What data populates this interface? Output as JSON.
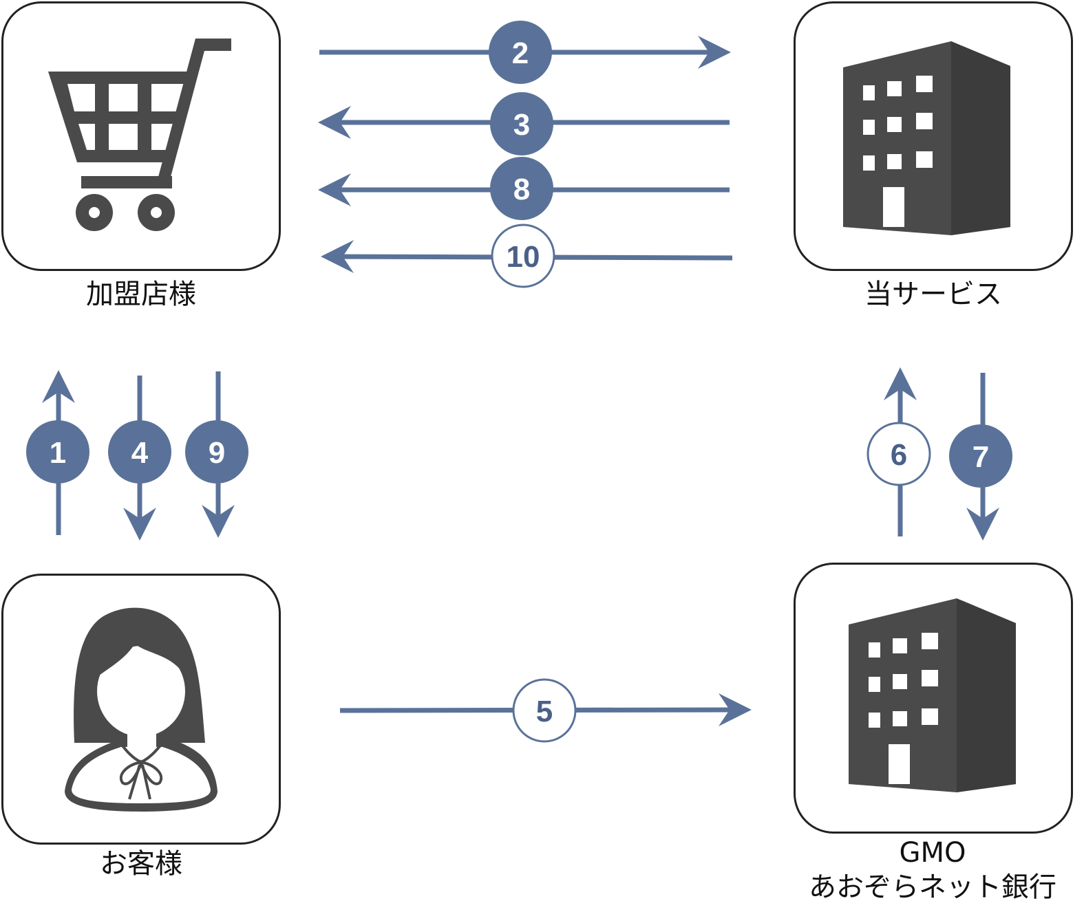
{
  "colors": {
    "arrow": "#5a7299",
    "icon": "#4a4a4a",
    "box_border": "#222222",
    "badge_filled_text": "#ffffff",
    "badge_outline_fill": "#ffffff"
  },
  "nodes": {
    "merchant": {
      "label": "加盟店様",
      "icon": "shopping-cart-icon"
    },
    "service": {
      "label": "当サービス",
      "icon": "office-building-icon"
    },
    "customer": {
      "label": "お客様",
      "icon": "woman-avatar-icon"
    },
    "bank": {
      "label_line1": "GMO",
      "label_line2": "あおぞらネット銀行",
      "icon": "office-building-icon"
    }
  },
  "steps": [
    {
      "number": "1",
      "from": "customer",
      "to": "merchant",
      "style": "filled"
    },
    {
      "number": "2",
      "from": "merchant",
      "to": "service",
      "style": "filled"
    },
    {
      "number": "3",
      "from": "service",
      "to": "merchant",
      "style": "filled"
    },
    {
      "number": "4",
      "from": "merchant",
      "to": "customer",
      "style": "filled"
    },
    {
      "number": "5",
      "from": "customer",
      "to": "bank",
      "style": "outline"
    },
    {
      "number": "6",
      "from": "bank",
      "to": "service",
      "style": "outline"
    },
    {
      "number": "7",
      "from": "service",
      "to": "bank",
      "style": "filled"
    },
    {
      "number": "8",
      "from": "service",
      "to": "merchant",
      "style": "filled"
    },
    {
      "number": "9",
      "from": "merchant",
      "to": "customer",
      "style": "filled"
    },
    {
      "number": "10",
      "from": "service",
      "to": "merchant",
      "style": "outline"
    }
  ]
}
